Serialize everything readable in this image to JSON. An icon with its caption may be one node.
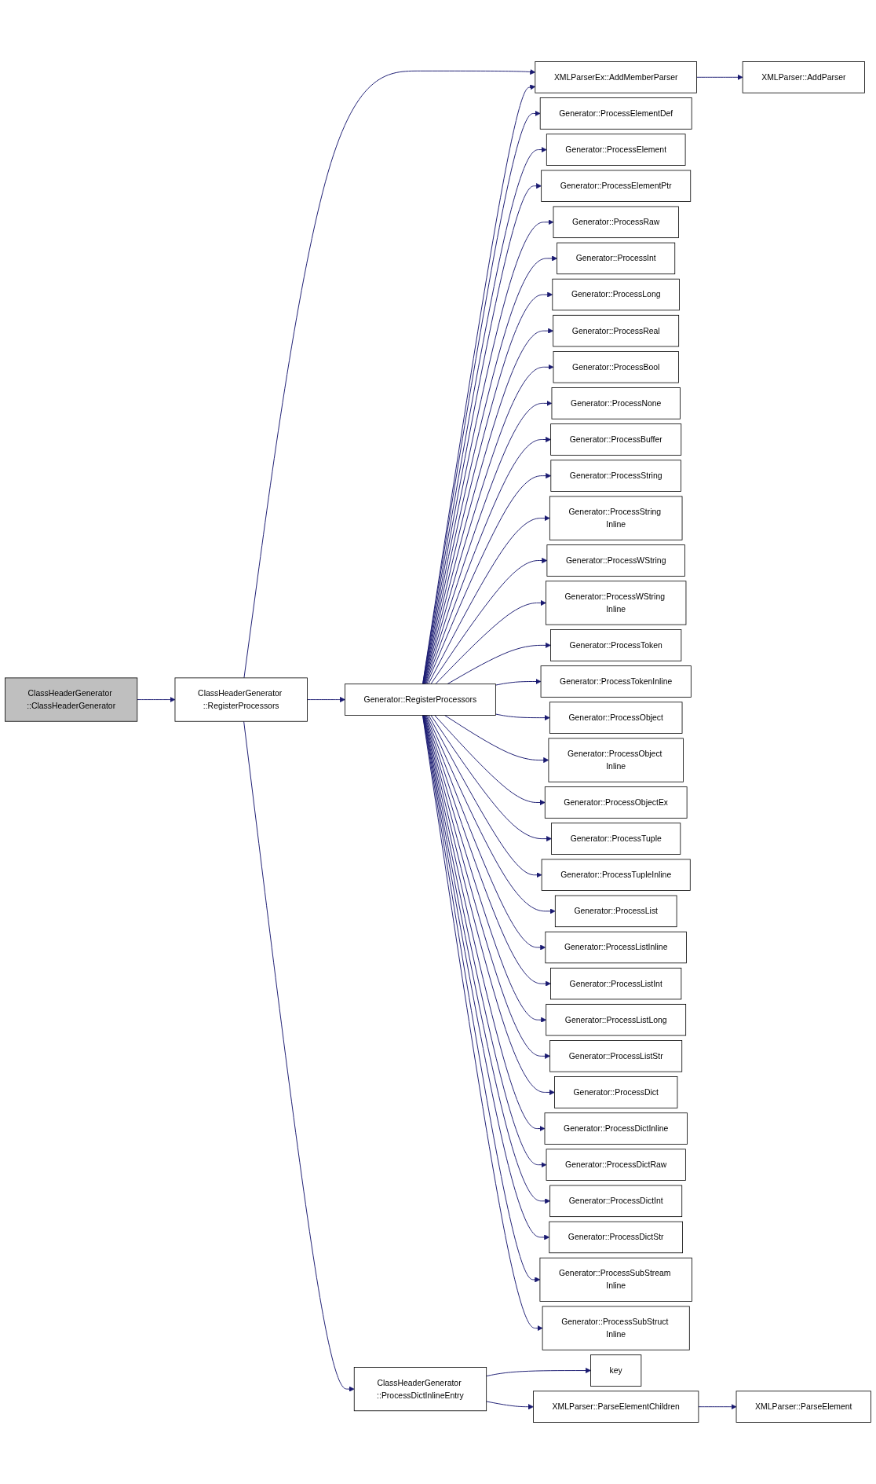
{
  "diagram": {
    "nodes": [
      {
        "text": [
          "ClassHeaderGenerator ::ClassHeaderGenerator"
        ]
      },
      {
        "text": [
          "ClassHeaderGenerator ::RegisterProcessors"
        ]
      },
      {
        "text": [
          "Generator::RegisterProcessors"
        ]
      },
      {
        "text": [
          "XMLParserEx::AddMemberParser"
        ]
      },
      {
        "text": [
          "XMLParser::AddParser"
        ]
      },
      {
        "text": [
          "Generator::ProcessElementDef"
        ]
      },
      {
        "text": [
          "Generator::ProcessElement"
        ]
      },
      {
        "text": [
          "Generator::ProcessElementPtr"
        ]
      },
      {
        "text": [
          "Generator::ProcessRaw"
        ]
      },
      {
        "text": [
          "Generator::ProcessInt"
        ]
      },
      {
        "text": [
          "Generator::ProcessLong"
        ]
      },
      {
        "text": [
          "Generator::ProcessReal"
        ]
      },
      {
        "text": [
          "Generator::ProcessBool"
        ]
      },
      {
        "text": [
          "Generator::ProcessNone"
        ]
      },
      {
        "text": [
          "Generator::ProcessBuffer"
        ]
      },
      {
        "text": [
          "Generator::ProcessString"
        ]
      },
      {
        "text": [
          "Generator::ProcessString Inline"
        ]
      },
      {
        "text": [
          "Generator::ProcessWString"
        ]
      },
      {
        "text": [
          "Generator::ProcessWString Inline"
        ]
      },
      {
        "text": [
          "Generator::ProcessToken"
        ]
      },
      {
        "text": [
          "Generator::ProcessTokenInline"
        ]
      },
      {
        "text": [
          "Generator::ProcessObject"
        ]
      },
      {
        "text": [
          "Generator::ProcessObject Inline"
        ]
      },
      {
        "text": [
          "Generator::ProcessObjectEx"
        ]
      },
      {
        "text": [
          "Generator::ProcessTuple"
        ]
      },
      {
        "text": [
          "Generator::ProcessTupleInline"
        ]
      },
      {
        "text": [
          "Generator::ProcessList"
        ]
      },
      {
        "text": [
          "Generator::ProcessListInline"
        ]
      },
      {
        "text": [
          "Generator::ProcessListInt"
        ]
      },
      {
        "text": [
          "Generator::ProcessListLong"
        ]
      },
      {
        "text": [
          "Generator::ProcessListStr"
        ]
      },
      {
        "text": [
          "Generator::ProcessDict"
        ]
      },
      {
        "text": [
          "Generator::ProcessDictInline"
        ]
      },
      {
        "text": [
          "Generator::ProcessDictRaw"
        ]
      },
      {
        "text": [
          "Generator::ProcessDictInt"
        ]
      },
      {
        "text": [
          "Generator::ProcessDictStr"
        ]
      },
      {
        "text": [
          "Generator::ProcessSubStream Inline"
        ]
      },
      {
        "text": [
          "Generator::ProcessSubStruct Inline"
        ]
      },
      {
        "text": [
          "ClassHeaderGenerator ::ProcessDictInlineEntry"
        ]
      },
      {
        "text": [
          "key"
        ]
      },
      {
        "text": [
          "XMLParser::ParseElementChildren"
        ]
      },
      {
        "text": [
          "XMLParser::ParseElement"
        ]
      }
    ],
    "edges": [
      {
        "from": 0,
        "to": 1,
        "arrow": "to"
      },
      {
        "from": 1,
        "to": 3,
        "arrow": "to"
      },
      {
        "from": 1,
        "to": 2,
        "arrow": "to"
      },
      {
        "from": 1,
        "to": 38,
        "arrow": "to"
      },
      {
        "from": 3,
        "to": 4,
        "arrow": "to"
      },
      {
        "from": 2,
        "to": 3,
        "arrow": "to"
      },
      {
        "from": 2,
        "to": 5,
        "arrow": "to"
      },
      {
        "from": 2,
        "to": 6,
        "arrow": "to"
      },
      {
        "from": 2,
        "to": 7,
        "arrow": "to"
      },
      {
        "from": 2,
        "to": 8,
        "arrow": "to"
      },
      {
        "from": 2,
        "to": 9,
        "arrow": "to"
      },
      {
        "from": 2,
        "to": 10,
        "arrow": "to"
      },
      {
        "from": 2,
        "to": 11,
        "arrow": "to"
      },
      {
        "from": 2,
        "to": 12,
        "arrow": "to"
      },
      {
        "from": 2,
        "to": 13,
        "arrow": "to"
      },
      {
        "from": 2,
        "to": 14,
        "arrow": "to"
      },
      {
        "from": 2,
        "to": 15,
        "arrow": "to"
      },
      {
        "from": 2,
        "to": 16,
        "arrow": "to"
      },
      {
        "from": 2,
        "to": 17,
        "arrow": "to"
      },
      {
        "from": 2,
        "to": 18,
        "arrow": "to"
      },
      {
        "from": 2,
        "to": 19,
        "arrow": "to"
      },
      {
        "from": 2,
        "to": 20,
        "arrow": "to"
      },
      {
        "from": 2,
        "to": 21,
        "arrow": "to"
      },
      {
        "from": 2,
        "to": 22,
        "arrow": "to"
      },
      {
        "from": 2,
        "to": 23,
        "arrow": "to"
      },
      {
        "from": 2,
        "to": 24,
        "arrow": "to"
      },
      {
        "from": 2,
        "to": 25,
        "arrow": "to"
      },
      {
        "from": 2,
        "to": 26,
        "arrow": "to"
      },
      {
        "from": 2,
        "to": 27,
        "arrow": "to"
      },
      {
        "from": 2,
        "to": 28,
        "arrow": "to"
      },
      {
        "from": 2,
        "to": 29,
        "arrow": "to"
      },
      {
        "from": 2,
        "to": 30,
        "arrow": "to"
      },
      {
        "from": 2,
        "to": 31,
        "arrow": "to"
      },
      {
        "from": 2,
        "to": 32,
        "arrow": "to"
      },
      {
        "from": 2,
        "to": 33,
        "arrow": "to"
      },
      {
        "from": 2,
        "to": 34,
        "arrow": "to"
      },
      {
        "from": 2,
        "to": 35,
        "arrow": "to"
      },
      {
        "from": 2,
        "to": 36,
        "arrow": "to"
      },
      {
        "from": 2,
        "to": 37,
        "arrow": "to"
      },
      {
        "from": 38,
        "to": 39,
        "arrow": "to"
      },
      {
        "from": 38,
        "to": 40,
        "arrow": "to"
      },
      {
        "from": 40,
        "to": 41,
        "arrow": "to"
      }
    ]
  }
}
